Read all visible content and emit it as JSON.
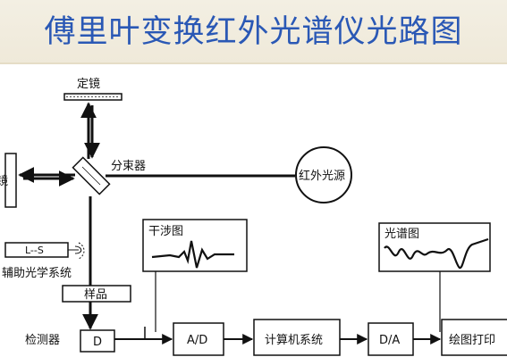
{
  "title": "傅里叶变换红外光谱仪光路图",
  "labels": {
    "fixed_mirror": "定镜",
    "moving_mirror": "镜",
    "beam_splitter": "分束器",
    "ir_source": "红外光源",
    "laser_unit": "L--S",
    "aux_optics": "辅助光学系统",
    "sample": "样品",
    "detector_label": "检测器",
    "detector_box": "D",
    "interferogram": "干涉图",
    "spectrum": "光谱图",
    "ad_converter": "A/D",
    "computer": "计算机系统",
    "da_converter": "D/A",
    "plotter": "绘图打印"
  },
  "colors": {
    "title": "#2a58b5",
    "title_bg": "#f3efe3",
    "line": "#111111"
  }
}
